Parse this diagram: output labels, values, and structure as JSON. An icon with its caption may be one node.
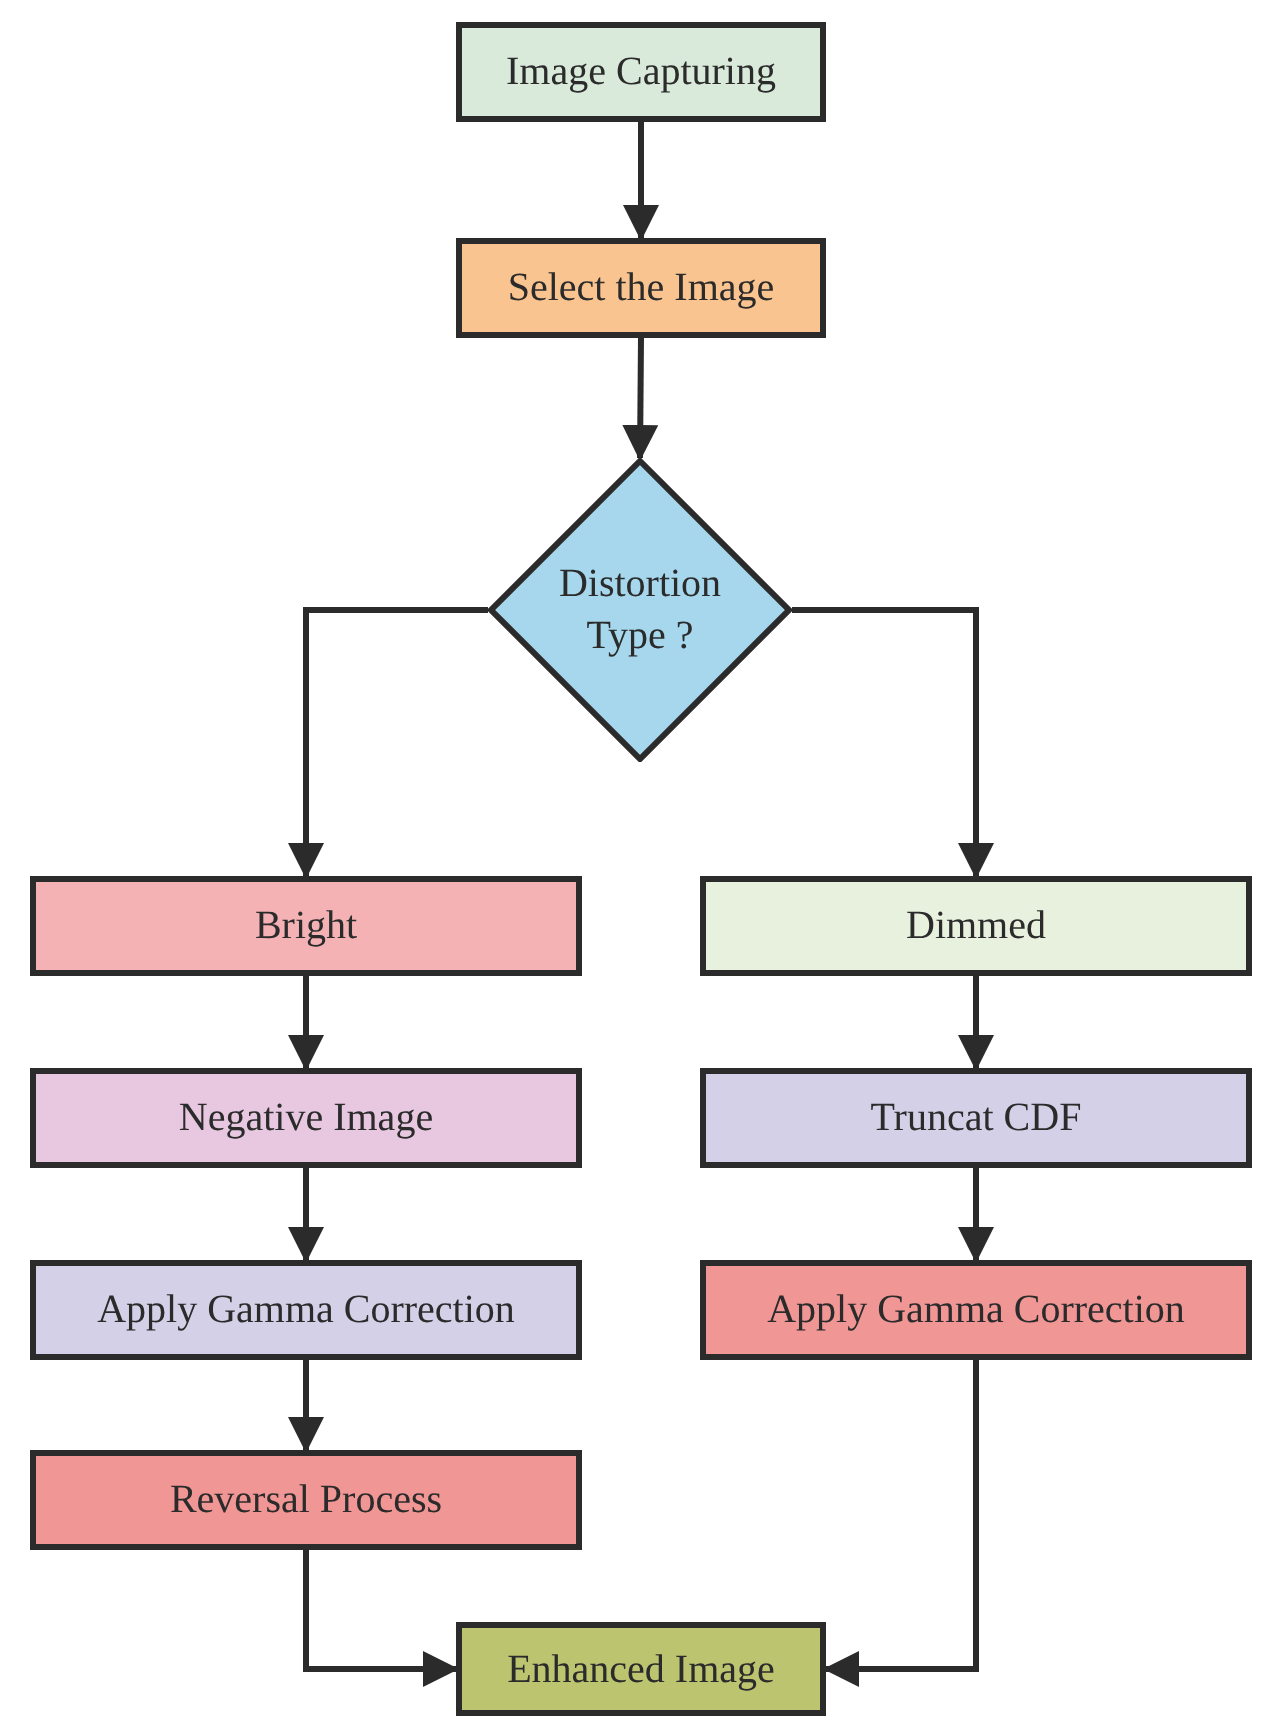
{
  "diagram": {
    "nodes": [
      {
        "text": [
          "Image Capturing"
        ]
      },
      {
        "text": [
          "Select the Image"
        ]
      },
      {
        "text": [
          "Distortion Type ?"
        ]
      },
      {
        "text": [
          "Bright"
        ]
      },
      {
        "text": [
          "Dimmed"
        ]
      },
      {
        "text": [
          "Negative Image"
        ]
      },
      {
        "text": [
          "Truncat CDF"
        ]
      },
      {
        "text": [
          "Apply Gamma Correction"
        ]
      },
      {
        "text": [
          "Apply Gamma Correction"
        ]
      },
      {
        "text": [
          "Reversal Process"
        ]
      },
      {
        "text": [
          "Enhanced Image"
        ]
      }
    ],
    "edges": [
      {
        "from": 0,
        "to": 1,
        "arrow": "to"
      },
      {
        "from": 1,
        "to": 2,
        "arrow": "to"
      },
      {
        "from": 2,
        "to": 3,
        "arrow": "to"
      },
      {
        "from": 2,
        "to": 4,
        "arrow": "to"
      },
      {
        "from": 3,
        "to": 5,
        "arrow": "to"
      },
      {
        "from": 5,
        "to": 7,
        "arrow": "to"
      },
      {
        "from": 7,
        "to": 9,
        "arrow": "to"
      },
      {
        "from": 4,
        "to": 6,
        "arrow": "to"
      },
      {
        "from": 6,
        "to": 8,
        "arrow": "to"
      },
      {
        "from": 9,
        "to": 10,
        "arrow": "to"
      },
      {
        "from": 8,
        "to": 10,
        "arrow": "to"
      }
    ]
  }
}
